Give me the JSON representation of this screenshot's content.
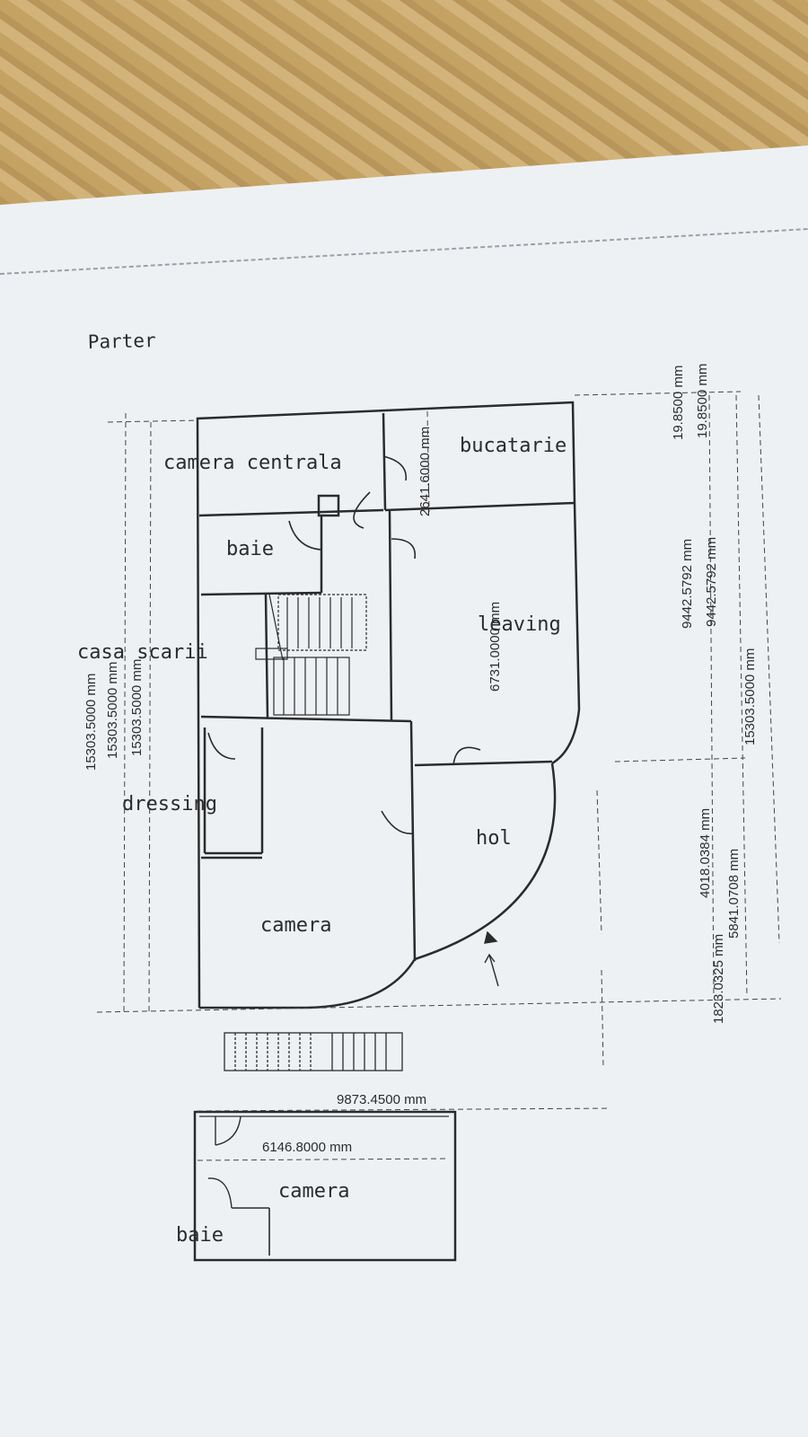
{
  "sheet_title": "Parter",
  "rooms": {
    "camera_centrala": "camera centrala",
    "bucatarie": "bucatarie",
    "baie": "baie",
    "casa_scarii": "casa scarii",
    "leaving": "leaving",
    "dressing": "dressing",
    "hol": "hol",
    "camera": "camera",
    "annex_camera": "camera",
    "annex_baie": "baie"
  },
  "dimensions": {
    "left_a": "15303.5000 mm",
    "left_b": "15303.5000 mm",
    "left_c": "15303.5000 mm",
    "inner_top": "2641.6000 mm",
    "inner_leaving": "6731.0000 mm",
    "right_top_a": "19.8500 mm",
    "right_top_b": "19.8500 mm",
    "right_mid_a": "9442.5792 mm",
    "right_mid_b": "9442.5792 mm",
    "right_full": "15303.5000 mm",
    "right_low_a": "4018.0384 mm",
    "right_low_b": "5841.0708 mm",
    "right_bottom": "1823.0325 mm",
    "bottom_width": "9873.4500 mm",
    "annex_width": "6146.8000 mm"
  },
  "colors": {
    "paper": "#eef1f4",
    "ink": "#2b2b2b",
    "fabric": "#c9a96a"
  }
}
